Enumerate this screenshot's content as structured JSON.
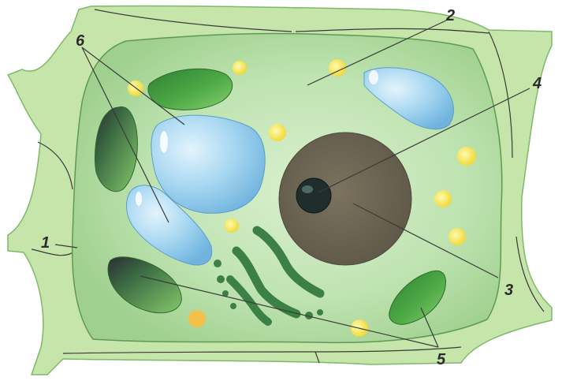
{
  "diagram": {
    "labels": {
      "l1": "1",
      "l2": "2",
      "l3": "3",
      "l4": "4",
      "l5": "5",
      "l6": "6"
    },
    "colors": {
      "cell_wall": "#c3e3a8",
      "cytoplasm": "#b4dc9a",
      "vacuole": "#9fd1ee",
      "chloroplast": "#3f9d3d",
      "nucleus": "#6e6553",
      "nucleolus": "#1d2c2a",
      "granule": "#f5e64a",
      "er": "#3b7f43"
    }
  }
}
